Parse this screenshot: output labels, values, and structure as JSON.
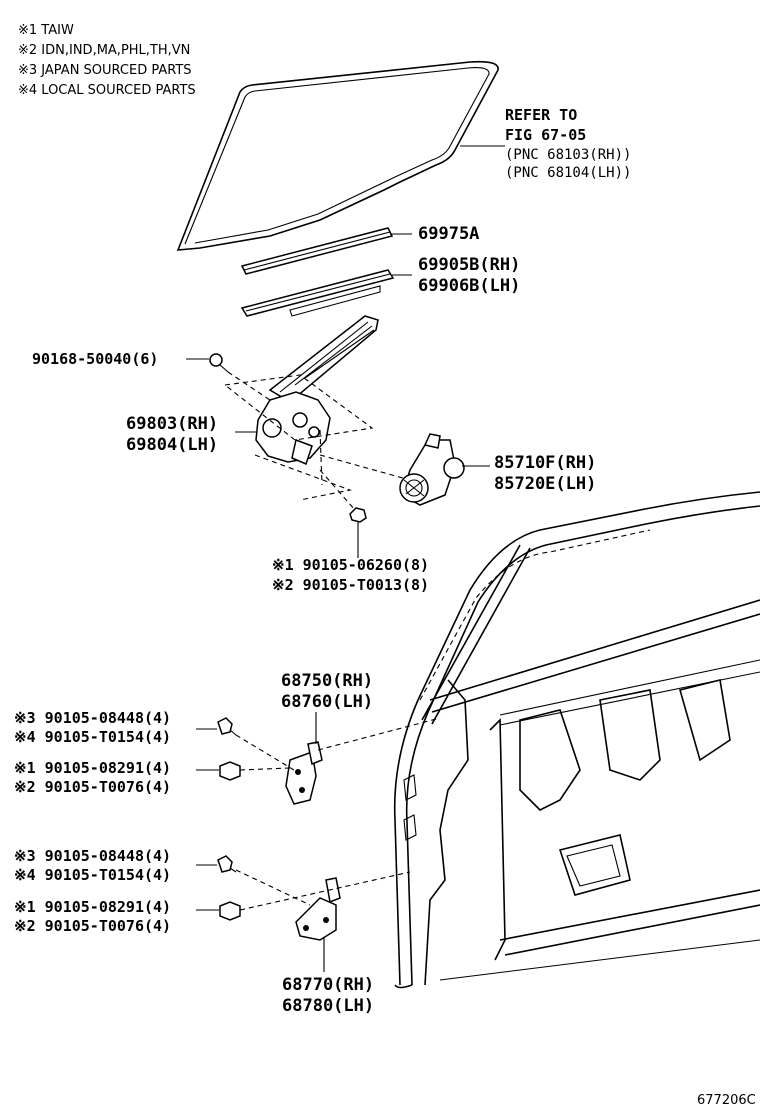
{
  "notes": [
    "※1 TAIW",
    "※2 IDN,IND,MA,PHL,TH,VN",
    "※3 JAPAN SOURCED PARTS",
    "※4 LOCAL SOURCED PARTS"
  ],
  "refer": {
    "line1": "REFER TO",
    "line2": "FIG 67-05",
    "line3": "(PNC 68103(RH))",
    "line4": "(PNC 68104(LH))"
  },
  "parts": {
    "p69975A": "69975A",
    "p69905B": "69905B(RH)",
    "p69906B": "69906B(LH)",
    "bolt_top": "90168-50040(6)",
    "reg_rh": "69803(RH)",
    "reg_lh": "69804(LH)",
    "motor_rh": "85710F(RH)",
    "motor_lh": "85720E(LH)",
    "bolt_mid_1": "※1 90105-06260(8)",
    "bolt_mid_2": "※2 90105-T0013(8)",
    "hinge_up_rh": "68750(RH)",
    "hinge_up_lh": "68760(LH)",
    "hu_a1": "※3 90105-08448(4)",
    "hu_a2": "※4 90105-T0154(4)",
    "hu_b1": "※1 90105-08291(4)",
    "hu_b2": "※2 90105-T0076(4)",
    "hl_a1": "※3 90105-08448(4)",
    "hl_a2": "※4 90105-T0154(4)",
    "hl_b1": "※1 90105-08291(4)",
    "hl_b2": "※2 90105-T0076(4)",
    "hinge_lo_rh": "68770(RH)",
    "hinge_lo_lh": "68780(LH)"
  },
  "figure_id": "677206C"
}
